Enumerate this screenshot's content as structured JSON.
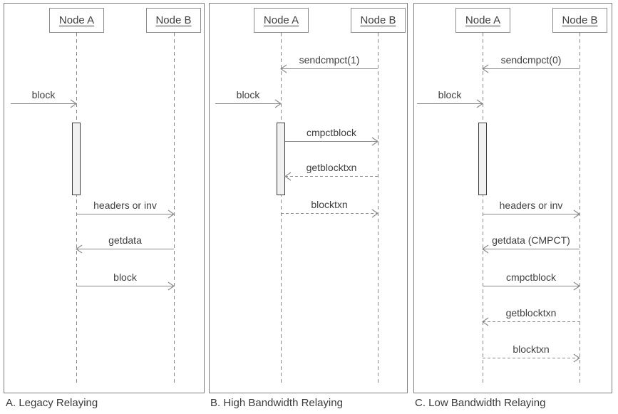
{
  "diagram": {
    "colors": {
      "line": "#8a8a8a",
      "text": "#3f3f3f",
      "panel_border": "#7f7f7f",
      "activation_fill": "#f1f1f1",
      "activation_border": "#3c3c3c"
    },
    "panels": [
      {
        "caption": "A. Legacy Relaying",
        "actors": [
          "Node A",
          "Node B"
        ],
        "activation": {
          "on": "Node A"
        },
        "messages": [
          {
            "label": "block",
            "from": "external",
            "to": "Node A",
            "style": "solid"
          },
          {
            "label": "headers or inv",
            "from": "Node A",
            "to": "Node B",
            "style": "solid"
          },
          {
            "label": "getdata",
            "from": "Node B",
            "to": "Node A",
            "style": "solid"
          },
          {
            "label": "block",
            "from": "Node A",
            "to": "Node B",
            "style": "solid"
          }
        ]
      },
      {
        "caption": "B. High Bandwidth Relaying",
        "actors": [
          "Node A",
          "Node B"
        ],
        "activation": {
          "on": "Node A"
        },
        "messages": [
          {
            "label": "sendcmpct(1)",
            "from": "Node B",
            "to": "Node A",
            "style": "solid"
          },
          {
            "label": "block",
            "from": "external",
            "to": "Node A",
            "style": "solid"
          },
          {
            "label": "cmpctblock",
            "from": "Node A",
            "to": "Node B",
            "style": "solid"
          },
          {
            "label": "getblocktxn",
            "from": "Node B",
            "to": "Node A",
            "style": "dashed"
          },
          {
            "label": "blocktxn",
            "from": "Node A",
            "to": "Node B",
            "style": "dashed"
          }
        ]
      },
      {
        "caption": "C. Low Bandwidth Relaying",
        "actors": [
          "Node A",
          "Node B"
        ],
        "activation": {
          "on": "Node A"
        },
        "messages": [
          {
            "label": "sendcmpct(0)",
            "from": "Node B",
            "to": "Node A",
            "style": "solid"
          },
          {
            "label": "block",
            "from": "external",
            "to": "Node A",
            "style": "solid"
          },
          {
            "label": "headers or inv",
            "from": "Node A",
            "to": "Node B",
            "style": "solid"
          },
          {
            "label": "getdata (CMPCT)",
            "from": "Node B",
            "to": "Node A",
            "style": "solid"
          },
          {
            "label": "cmpctblock",
            "from": "Node A",
            "to": "Node B",
            "style": "solid"
          },
          {
            "label": "getblocktxn",
            "from": "Node B",
            "to": "Node A",
            "style": "dashed"
          },
          {
            "label": "blocktxn",
            "from": "Node A",
            "to": "Node B",
            "style": "dashed"
          }
        ]
      }
    ]
  }
}
